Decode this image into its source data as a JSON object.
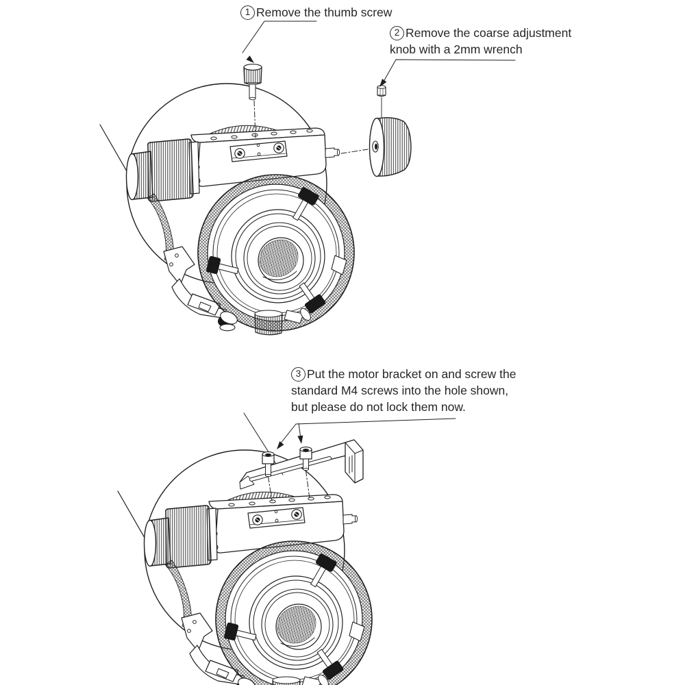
{
  "page": {
    "background_color": "#ffffff",
    "line_color": "#1f1f1f",
    "text_color": "#262626"
  },
  "steps": [
    {
      "num": "1",
      "lines": [
        "Remove the thumb screw"
      ]
    },
    {
      "num": "2",
      "lines": [
        "Remove the coarse adjustment",
        "knob with a 2mm wrench"
      ]
    },
    {
      "num": "3",
      "lines": [
        "Put the motor bracket on and screw the",
        "standard M4 screws into the hole shown,",
        "but please do not lock them now."
      ]
    }
  ]
}
